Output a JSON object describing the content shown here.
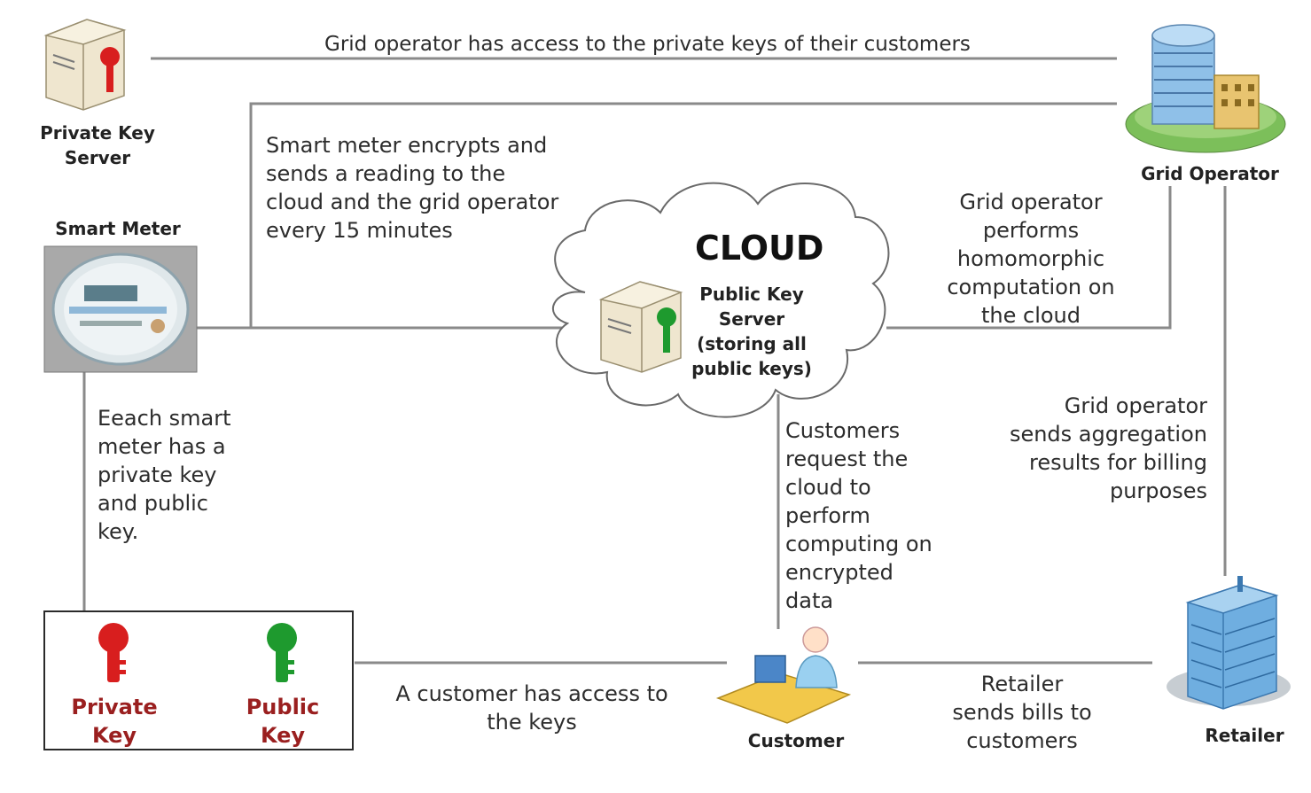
{
  "nodes": {
    "private_key_server": "Private Key\nServer",
    "grid_operator": "Grid Operator",
    "smart_meter": "Smart Meter",
    "cloud_title": "CLOUD",
    "public_key_server": "Public Key\nServer\n(storing all\npublic keys)",
    "customer": "Customer",
    "retailer": "Retailer",
    "private_key": "Private\nKey",
    "public_key": "Public\nKey"
  },
  "annotations": {
    "top": "Grid operator has access to the private keys of their customers",
    "meter_to_cloud": "Smart meter encrypts and\nsends a reading to the\ncloud and the grid operator\nevery 15 minutes",
    "homomorphic": "Grid operator\nperforms\nhomomorphic\ncomputation on\nthe cloud",
    "each_meter": "Eeach smart\nmeter has a\nprivate key\nand public\nkey.",
    "customers_request": "Customers\nrequest the\ncloud to\nperform\ncomputing on\nencrypted\ndata",
    "aggregation": "Grid operator\nsends aggregation\nresults for billing\npurposes",
    "customer_keys": "A customer has access to\nthe keys",
    "retailer_bills": "Retailer\nsends bills to\ncustomers"
  },
  "colors": {
    "line": "#8a8a8a",
    "private_key": "#d81e1e",
    "public_key": "#1e9a2e",
    "key_label": "#9a1f1f"
  }
}
